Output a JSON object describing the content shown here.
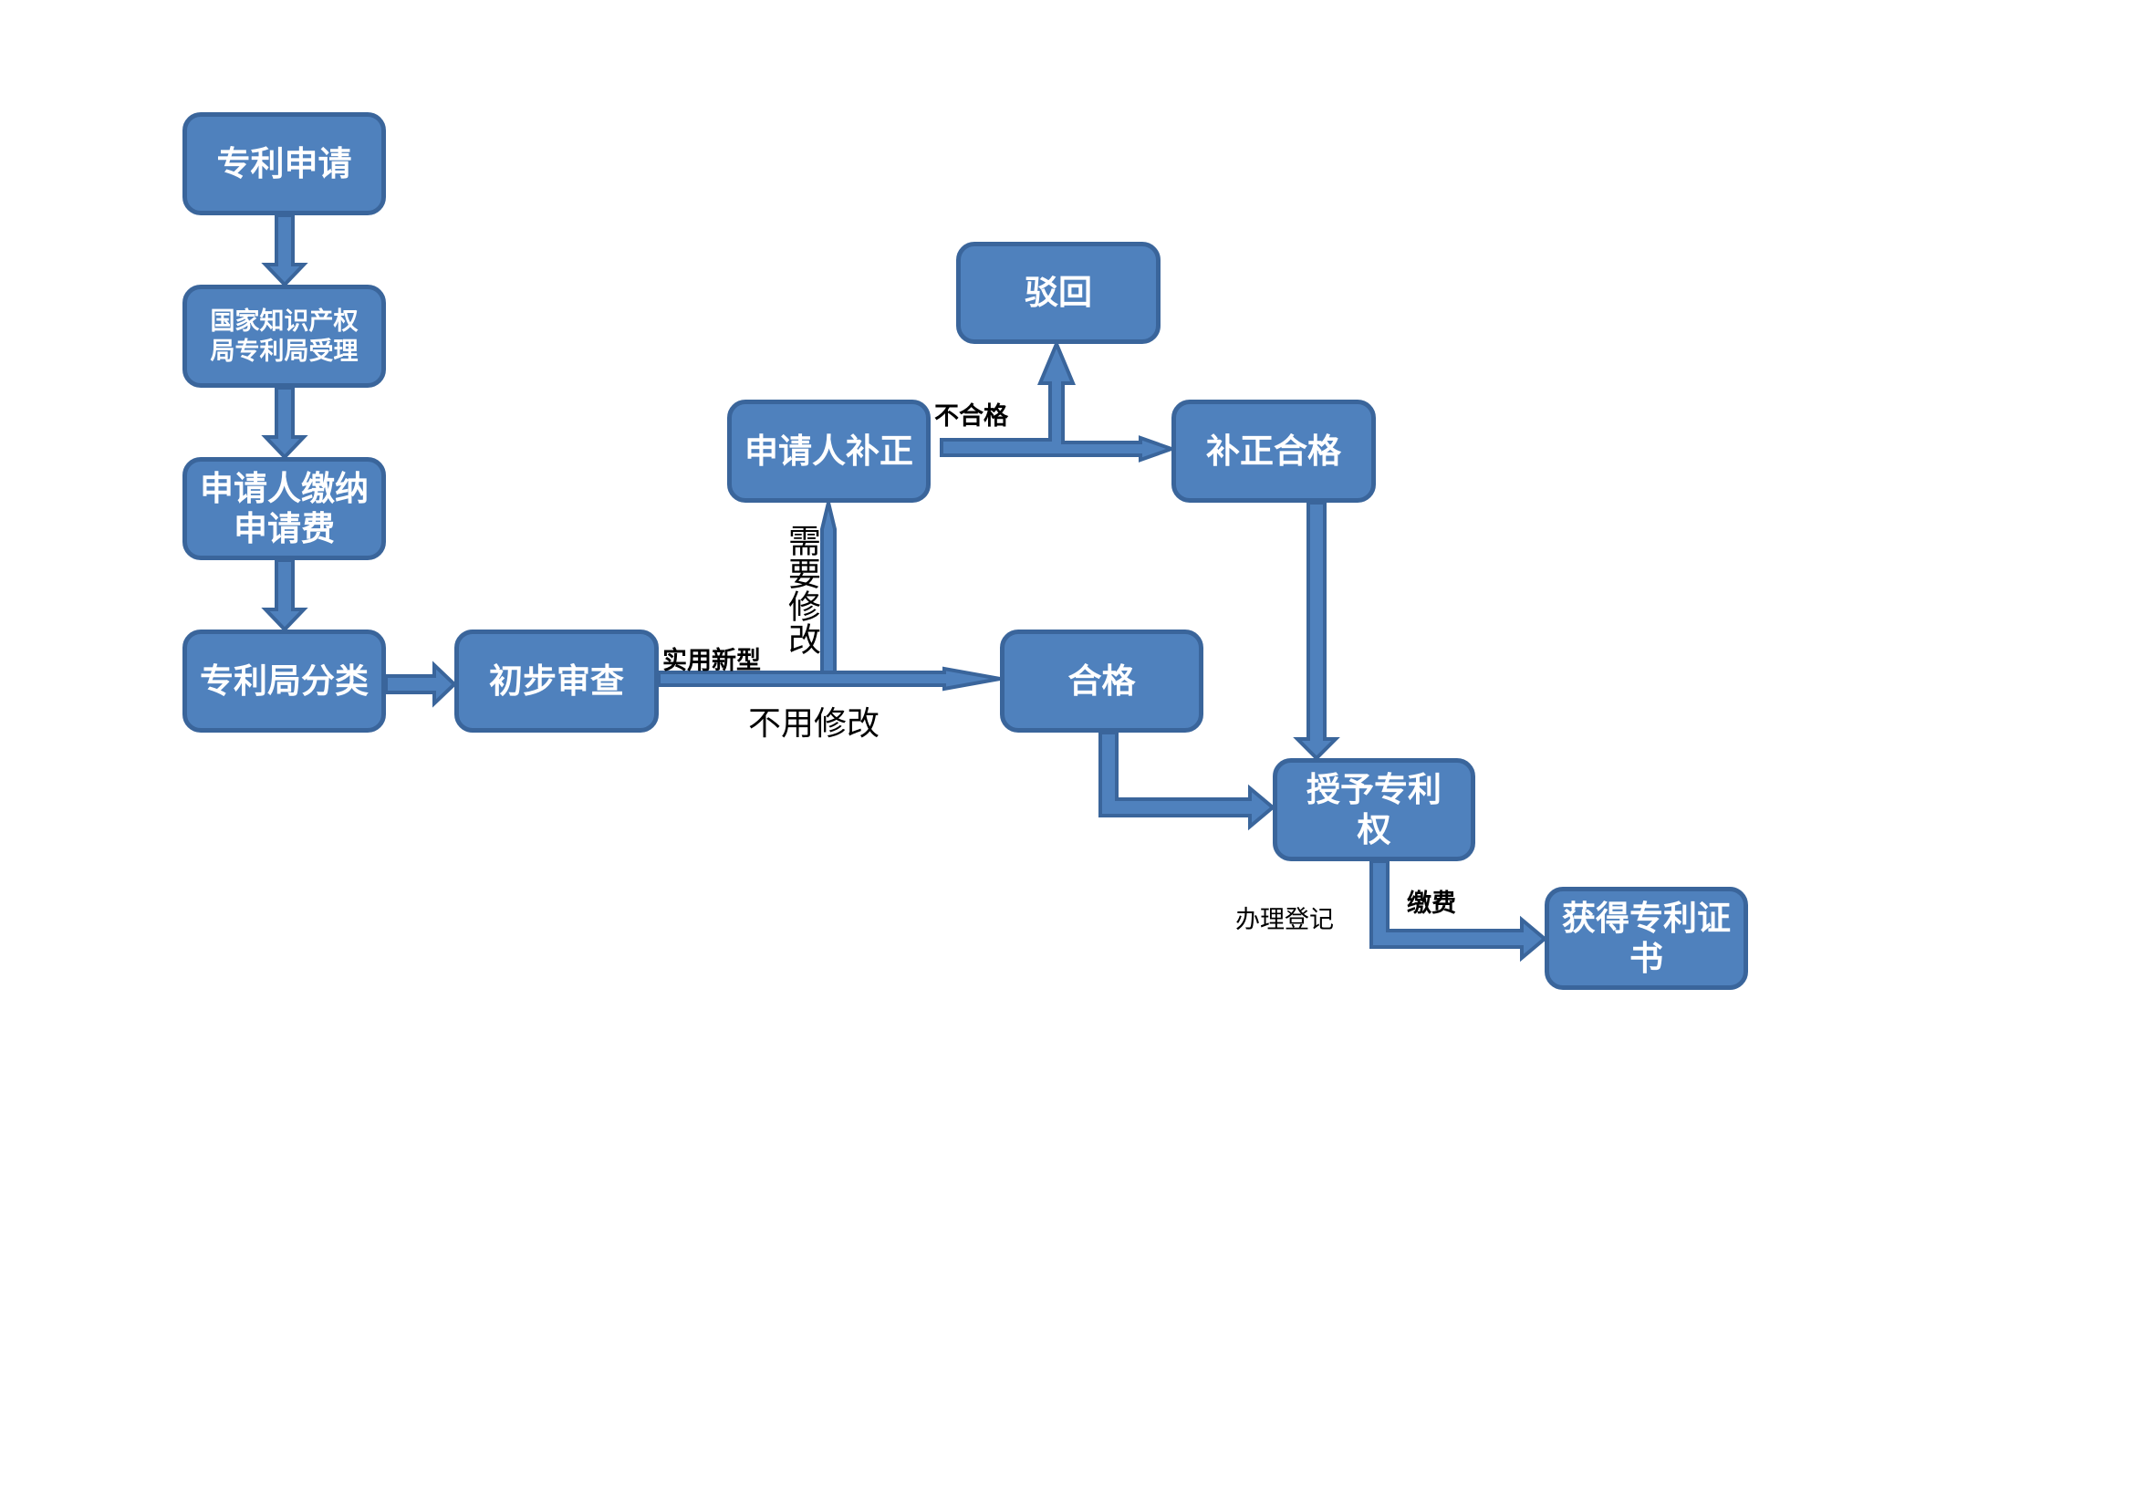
{
  "colors": {
    "box_fill": "#4f81bd",
    "box_border": "#3a659b",
    "arrow_fill": "#4f81bd",
    "arrow_stroke": "#3a659b"
  },
  "nodes": {
    "apply": "专利申请",
    "accept": "国家知识产权局专利局受理",
    "fee": "申请人缴纳申请费",
    "classify": "专利局分类",
    "prelim": "初步审查",
    "amend": "申请人补正",
    "reject": "驳回",
    "amend_ok": "补正合格",
    "pass": "合格",
    "grant": "授予专利权",
    "cert": "获得专利证书"
  },
  "labels": {
    "utility": "实用新型",
    "need_modify": "需要修改",
    "no_modify": "不用修改",
    "fail": "不合格",
    "register": "办理登记",
    "pay": "缴费"
  }
}
